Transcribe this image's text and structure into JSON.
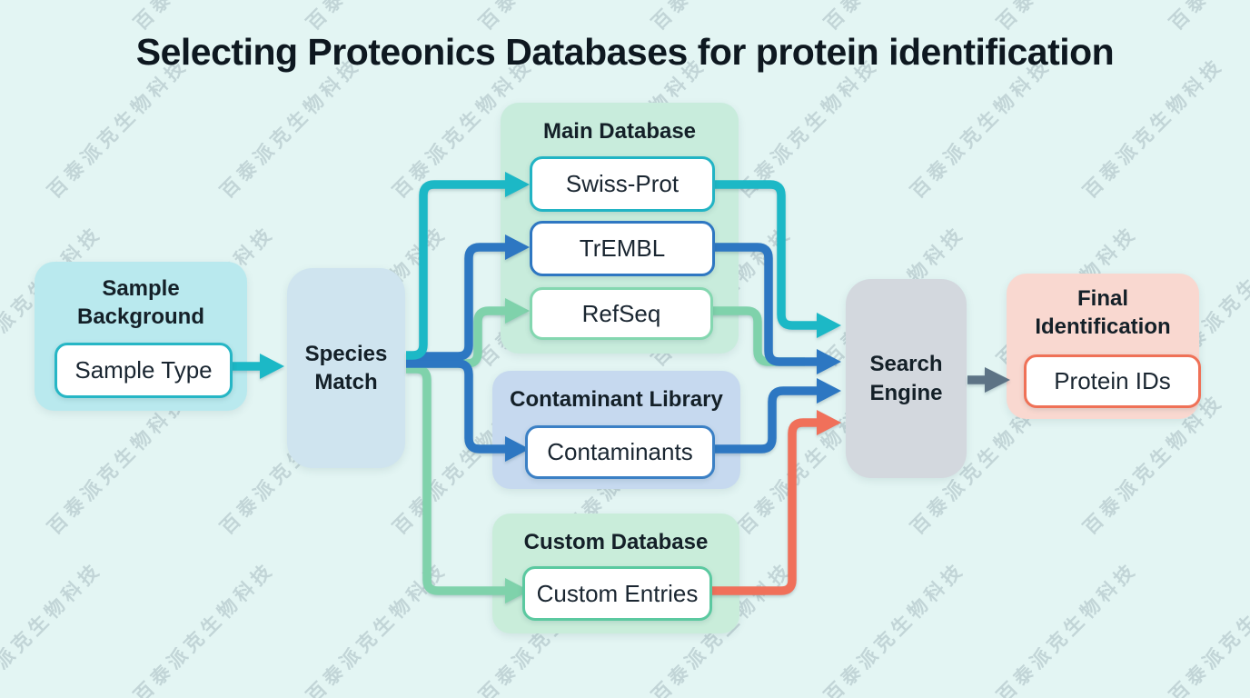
{
  "title": "Selecting Proteonics Databases for protein identification",
  "watermark": {
    "text": "百泰派克生物科技"
  },
  "diagram": {
    "sample_background": {
      "title": "Sample Background",
      "item": "Sample Type"
    },
    "species_match": {
      "title": "Species Match"
    },
    "main_database": {
      "title": "Main Database",
      "items": [
        "Swiss-Prot",
        "TrEMBL",
        "RefSeq"
      ]
    },
    "contaminant_library": {
      "title": "Contaminant Library",
      "item": "Contaminants"
    },
    "custom_database": {
      "title": "Custom Database",
      "item": "Custom Entries"
    },
    "search_engine": {
      "title": "Search Engine"
    },
    "final_identification": {
      "title": "Final Identification",
      "item": "Protein IDs"
    }
  },
  "colors": {
    "background": "#e3f5f3",
    "teal": "#1cb8c6",
    "blue": "#2d77c2",
    "green": "#7fd2ab",
    "red": "#f0705a",
    "gray_arrow": "#5d7385"
  }
}
